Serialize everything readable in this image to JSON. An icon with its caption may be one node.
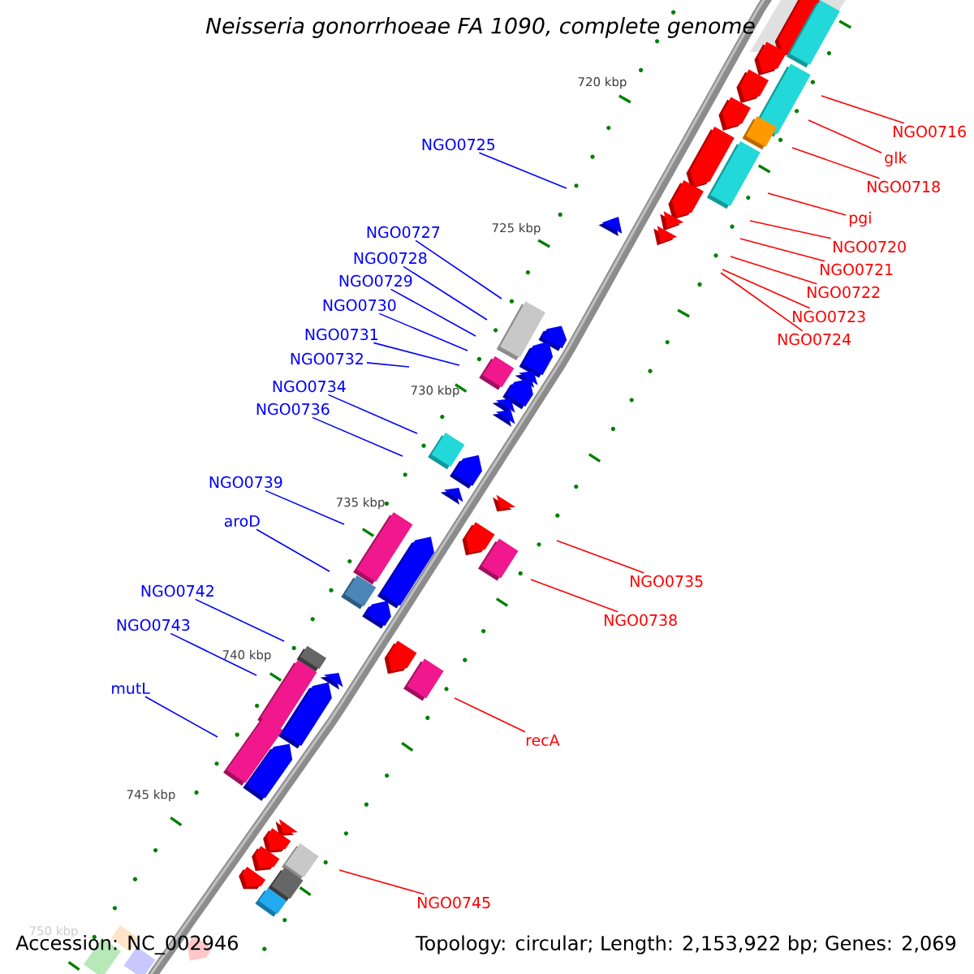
{
  "diagram": {
    "title": "Neisseria gonorrhoeae FA 1090, complete genome",
    "nodes": [
      {
        "text": [
          "NGO0716"
        ]
      },
      {
        "text": [
          "glk"
        ]
      },
      {
        "text": [
          "NGO0725"
        ]
      },
      {
        "text": [
          "NGO0718"
        ]
      },
      {
        "text": [
          "pgi"
        ]
      },
      {
        "text": [
          "NGO0727"
        ]
      },
      {
        "text": [
          "NGO0720"
        ]
      },
      {
        "text": [
          "NGO0728"
        ]
      },
      {
        "text": [
          "NGO0721"
        ]
      },
      {
        "text": [
          "NGO0729"
        ]
      },
      {
        "text": [
          "NGO0722"
        ]
      },
      {
        "text": [
          "NGO0730"
        ]
      },
      {
        "text": [
          "NGO0723"
        ]
      },
      {
        "text": [
          "NGO0731"
        ]
      },
      {
        "text": [
          "NGO0724"
        ]
      },
      {
        "text": [
          "NGO0732"
        ]
      },
      {
        "text": [
          "NGO0734"
        ]
      },
      {
        "text": [
          "NGO0736"
        ]
      },
      {
        "text": [
          "NGO0739"
        ]
      },
      {
        "text": [
          "aroD"
        ]
      },
      {
        "text": [
          "NGO0735"
        ]
      },
      {
        "text": [
          "NGO0742"
        ]
      },
      {
        "text": [
          "NGO0738"
        ]
      },
      {
        "text": [
          "NGO0743"
        ]
      },
      {
        "text": [
          "mutL"
        ]
      },
      {
        "text": [
          "recA"
        ]
      },
      {
        "text": [
          "NGO0745"
        ]
      }
    ],
    "edges": [
      {
        "from": 0,
        "to": null,
        "arrow": "none",
        "color": "#ff0000"
      },
      {
        "from": 1,
        "to": null,
        "arrow": "none",
        "color": "#ff0000"
      },
      {
        "from": 2,
        "to": null,
        "arrow": "none"
      },
      {
        "from": 3,
        "to": null,
        "arrow": "none",
        "color": "#ff0000"
      },
      {
        "from": 4,
        "to": null,
        "arrow": "none",
        "color": "#ff0000"
      },
      {
        "from": 5,
        "to": null,
        "arrow": "none"
      },
      {
        "from": 6,
        "to": null,
        "arrow": "none",
        "color": "#ff0000"
      },
      {
        "from": 7,
        "to": null,
        "arrow": "none"
      },
      {
        "from": 8,
        "to": null,
        "arrow": "none",
        "color": "#ff0000"
      },
      {
        "from": 9,
        "to": null,
        "arrow": "none"
      },
      {
        "from": 10,
        "to": null,
        "arrow": "none",
        "color": "#ff0000"
      },
      {
        "from": 11,
        "to": null,
        "arrow": "none"
      },
      {
        "from": 12,
        "to": null,
        "arrow": "none",
        "color": "#ff0000"
      },
      {
        "from": 13,
        "to": null,
        "arrow": "none"
      },
      {
        "from": 14,
        "to": null,
        "arrow": "none",
        "color": "#ff0000"
      },
      {
        "from": 15,
        "to": null,
        "arrow": "none"
      },
      {
        "from": 16,
        "to": null,
        "arrow": "none"
      },
      {
        "from": 17,
        "to": null,
        "arrow": "none"
      },
      {
        "from": 18,
        "to": null,
        "arrow": "none"
      },
      {
        "from": 19,
        "to": null,
        "arrow": "none"
      },
      {
        "from": 20,
        "to": null,
        "arrow": "none",
        "color": "#ff0000"
      },
      {
        "from": 21,
        "to": null,
        "arrow": "none"
      },
      {
        "from": 22,
        "to": null,
        "arrow": "none",
        "color": "#ff0000"
      },
      {
        "from": 23,
        "to": null,
        "arrow": "none"
      },
      {
        "from": 24,
        "to": null,
        "arrow": "none"
      },
      {
        "from": 25,
        "to": null,
        "arrow": "none",
        "color": "#ff0000"
      },
      {
        "from": 26,
        "to": null,
        "arrow": "none",
        "color": "#ff0000"
      }
    ],
    "labels": [
      "720 kbp",
      "725 kbp",
      "730 kbp",
      "735 kbp",
      "740 kbp",
      "745 kbp",
      "750 kbp",
      "Accession: NC_002946",
      "Topology: circular; Length: 2,153,922 bp; Genes: 2,069"
    ]
  }
}
